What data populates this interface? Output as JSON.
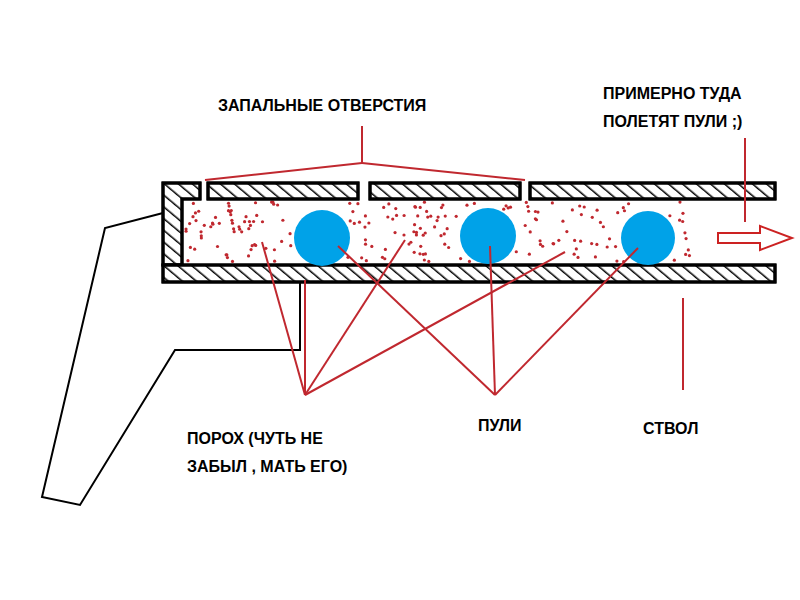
{
  "diagram": {
    "labels": [
      "ЗАПАЛЬНЫЕ ОТВЕРСТИЯ",
      "ПРИМЕРНО ТУДА ПОЛЕТЯТ ПУЛИ ;)",
      "ПОРОХ (ЧУТЬ НЕ ЗАБЫЛ , МАТЬ ЕГО)",
      "ПУЛИ",
      "СТВОЛ"
    ]
  }
}
